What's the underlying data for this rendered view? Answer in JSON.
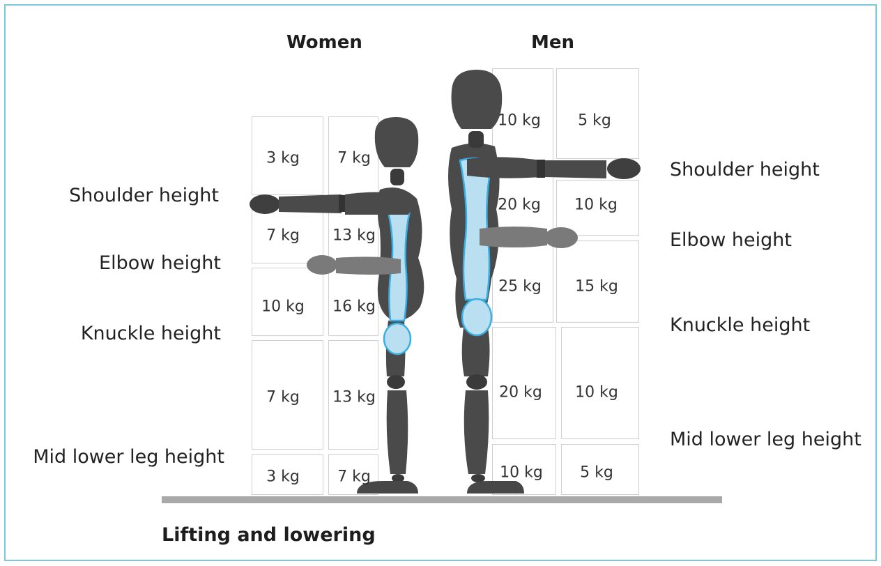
{
  "headers": {
    "women": "Women",
    "men": "Men"
  },
  "left_labels": {
    "shoulder": "Shoulder height",
    "elbow": "Elbow height",
    "knuckle": "Knuckle height",
    "mid_lower_leg": "Mid lower leg height"
  },
  "right_labels": {
    "shoulder": "Shoulder height",
    "elbow": "Elbow height",
    "knuckle": "Knuckle height",
    "mid_lower_leg": "Mid lower leg height"
  },
  "women_zones": [
    {
      "outer": "3 kg",
      "inner": "7 kg"
    },
    {
      "outer": "7 kg",
      "inner": "13 kg"
    },
    {
      "outer": "10 kg",
      "inner": "16 kg"
    },
    {
      "outer": "7 kg",
      "inner": "13 kg"
    },
    {
      "outer": "3 kg",
      "inner": "7 kg"
    }
  ],
  "men_zones": [
    {
      "inner": "10 kg",
      "outer": "5 kg"
    },
    {
      "inner": "20 kg",
      "outer": "10 kg"
    },
    {
      "inner": "25 kg",
      "outer": "15 kg"
    },
    {
      "inner": "20 kg",
      "outer": "10 kg"
    },
    {
      "inner": "10 kg",
      "outer": "5 kg"
    }
  ],
  "caption": "Lifting and lowering",
  "colors": {
    "frame": "#7ec6dc",
    "figure_dark": "#4a4a4a",
    "figure_arm_grey": "#7a7a7a",
    "spine": "#b9dff0",
    "spine_outline": "#3aaee0",
    "floor": "#a9a9a9"
  }
}
